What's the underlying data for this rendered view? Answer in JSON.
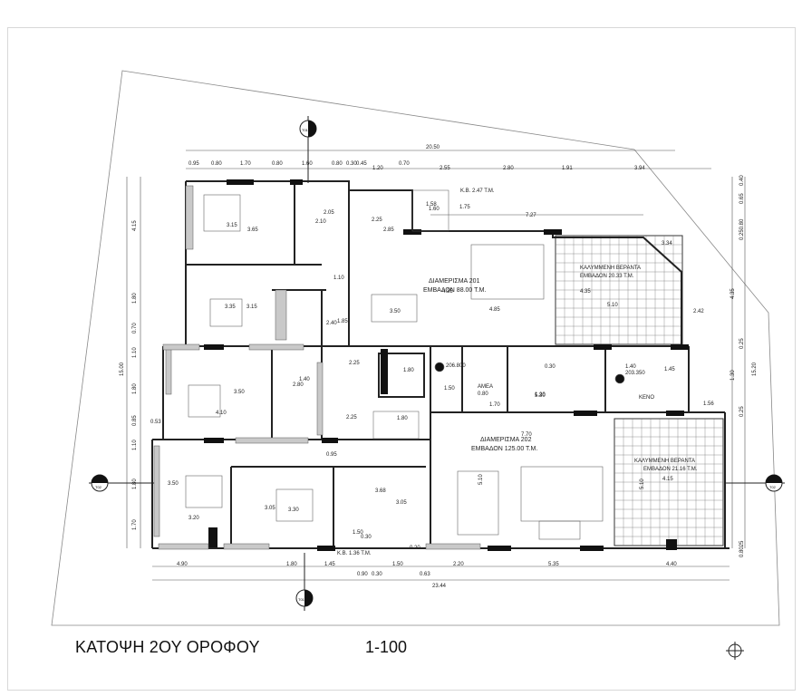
{
  "drawing": {
    "title": "ΚΑΤΟΨΗ 2ΟΥ ΟΡΟΦΟΥ",
    "scale": "1-100"
  },
  "section_markers": [
    "T01",
    "T02",
    "T01",
    "T02"
  ],
  "apartments": [
    {
      "name": "ΔΙΑΜΕΡΙΣΜΑ 201",
      "area": "ΕΜΒΑΔΟΝ 88.00 Τ.Μ."
    },
    {
      "name": "ΔΙΑΜΕΡΙΣΜΑ 202",
      "area": "ΕΜΒΑΔΟΝ 125.00 Τ.Μ."
    }
  ],
  "verandas": [
    {
      "name": "ΚΑΛΥΜΜΕΝΗ ΒΕΡΑΝΤΑ",
      "area": "ΕΜΒΑΔΟΝ 20.33 Τ.Μ."
    },
    {
      "name": "ΚΑΛΥΜΜΕΝΗ ΒΕΡΑΝΤΑ",
      "area": "ΕΜΒΑΔΟΝ 21.16 Τ.Μ."
    }
  ],
  "kb_labels": [
    "Κ.Β. 2.47 Τ.Μ.",
    "Κ.Β. 1.36 Τ.Μ."
  ],
  "misc_labels": [
    "ΚΕΝΟ",
    "ΑΜΕΑ",
    "206.800",
    "203.350",
    "0.80"
  ],
  "top_dims": {
    "total": "20.50",
    "row": [
      "0.95",
      "0.80",
      "1.70",
      "0.80",
      "1.60",
      "0.80",
      "0.30",
      "0.45",
      "1.20",
      "0.70",
      "2.55",
      "2.80",
      "1.91",
      "3.94"
    ]
  },
  "bottom_dims": {
    "total": "23.44",
    "row": [
      "4.90",
      "1.80",
      "1.45",
      "1.50",
      "2.20",
      "5.35",
      "4.40"
    ],
    "row2": [
      "0.90",
      "0.30",
      "0.63"
    ]
  },
  "left_dims": [
    "4.15",
    "1.80",
    "0.70",
    "1.10",
    "1.80",
    "0.85",
    "1.10",
    "1.80",
    "1.70",
    "15.00"
  ],
  "right_dims": [
    "0.40",
    "0.65",
    "0.250.80",
    "4.35",
    "0.25",
    "1.30",
    "0.25",
    "15.20",
    "0.8025"
  ],
  "room_dims": [
    "3.15",
    "3.65",
    "2.05",
    "2.10",
    "2.25",
    "2.85",
    "1.58",
    "1.60",
    "1.75",
    "7.27",
    "3.34",
    "4.35",
    "5.10",
    "2.42",
    "4.85",
    "3.50",
    "4.35",
    "3.35",
    "3.15",
    "2.40",
    "1.85",
    "1.10",
    "2.25",
    "1.80",
    "2.80",
    "1.40",
    "3.50",
    "4.10",
    "2.25",
    "1.80",
    "0.53",
    "0.95",
    "1.50",
    "1.70",
    "0.30",
    "1.20",
    "5.30",
    "1.45",
    "1.56",
    "1.40",
    "7.70",
    "3.50",
    "3.20",
    "3.05",
    "3.30",
    "3.68",
    "3.05",
    "5.10",
    "5.10",
    "4.15",
    "0.20",
    "0.30",
    "1.50"
  ]
}
